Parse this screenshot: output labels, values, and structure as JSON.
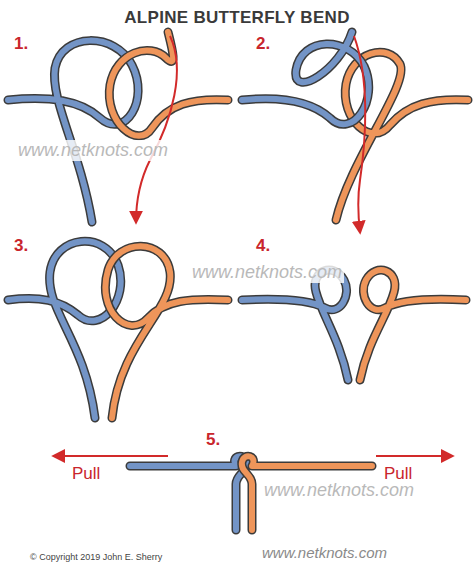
{
  "diagram": {
    "title": "ALPINE BUTTERFLY BEND",
    "labels": [
      "1.",
      "2.",
      "3.",
      "4.",
      "5.",
      "Pull",
      "Pull",
      "www.netknots.com",
      "www.netknots.com",
      "www.netknots.com",
      "www.netknots.com",
      "© Copyright 2019 John E. Sherry"
    ]
  }
}
